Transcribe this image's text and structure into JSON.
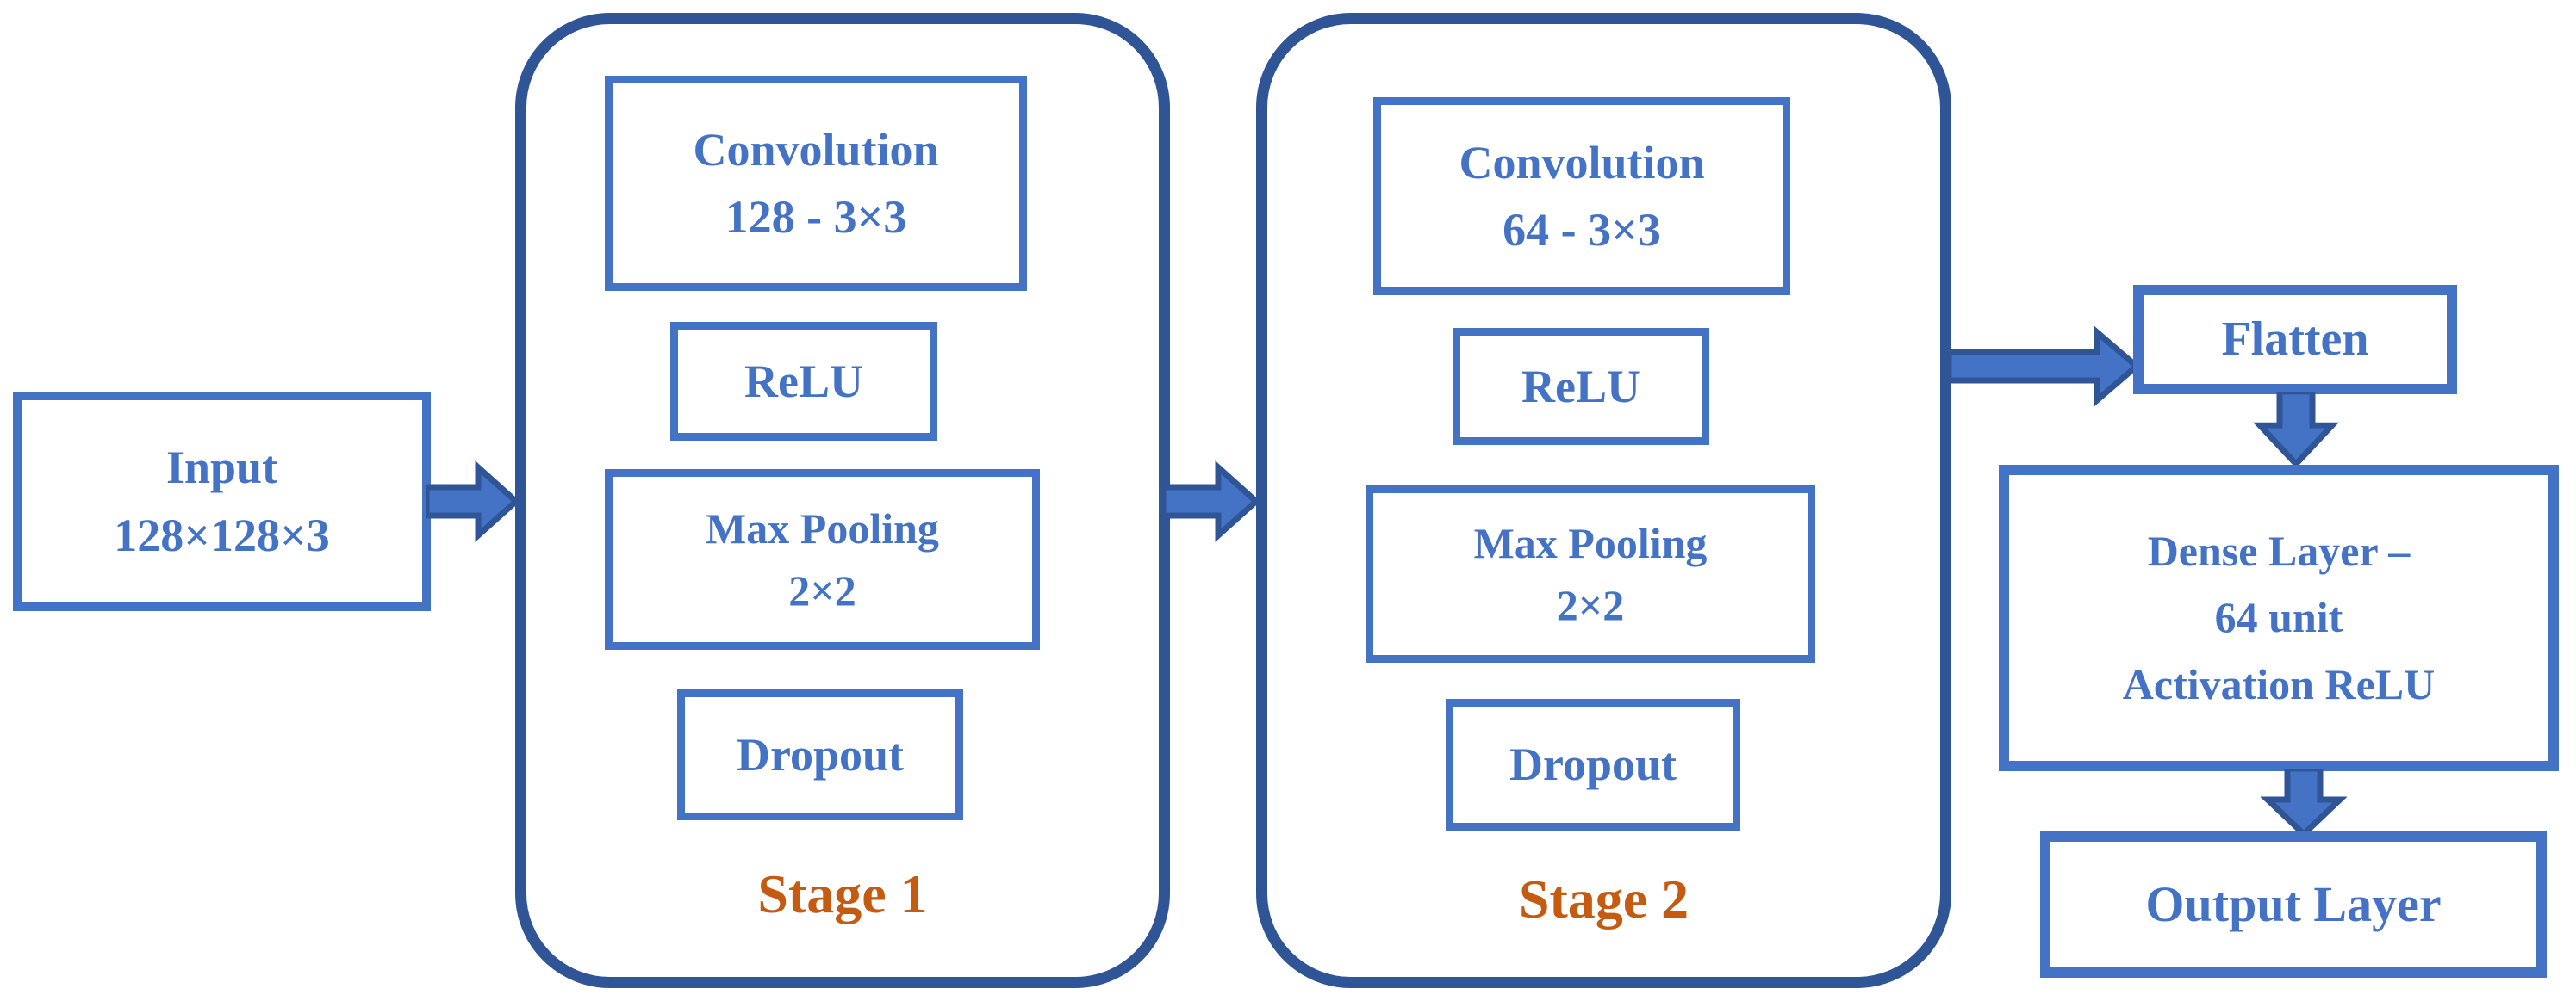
{
  "diagram": {
    "type": "cnn-architecture-flowchart",
    "input": {
      "lines": [
        "Input",
        "128×128×3"
      ]
    },
    "stages": [
      {
        "label": "Stage 1",
        "boxes": [
          {
            "name": "convolution",
            "lines": [
              "Convolution",
              "128 - 3×3"
            ]
          },
          {
            "name": "relu",
            "lines": [
              "ReLU"
            ]
          },
          {
            "name": "max-pooling",
            "lines": [
              "Max Pooling",
              "2×2"
            ]
          },
          {
            "name": "dropout",
            "lines": [
              "Dropout"
            ]
          }
        ]
      },
      {
        "label": "Stage 2",
        "boxes": [
          {
            "name": "convolution",
            "lines": [
              "Convolution",
              "64 - 3×3"
            ]
          },
          {
            "name": "relu",
            "lines": [
              "ReLU"
            ]
          },
          {
            "name": "max-pooling",
            "lines": [
              "Max Pooling",
              "2×2"
            ]
          },
          {
            "name": "dropout",
            "lines": [
              "Dropout"
            ]
          }
        ]
      }
    ],
    "tail": {
      "flatten": "Flatten",
      "dense_lines": [
        "Dense Layer –",
        "64 unit",
        "Activation ReLU"
      ],
      "output": "Output Layer"
    },
    "arrows": [
      "input-to-stage1",
      "stage1-to-stage2",
      "stage2-to-flatten",
      "flatten-to-dense",
      "dense-to-output"
    ],
    "colors": {
      "box_border": "#4472C4",
      "container_border": "#2F5597",
      "text": "#4472C4",
      "stage_label": "#C55A11",
      "arrow_fill": "#4472C4",
      "arrow_border": "#2F5597",
      "background": "#FFFFFF"
    }
  }
}
